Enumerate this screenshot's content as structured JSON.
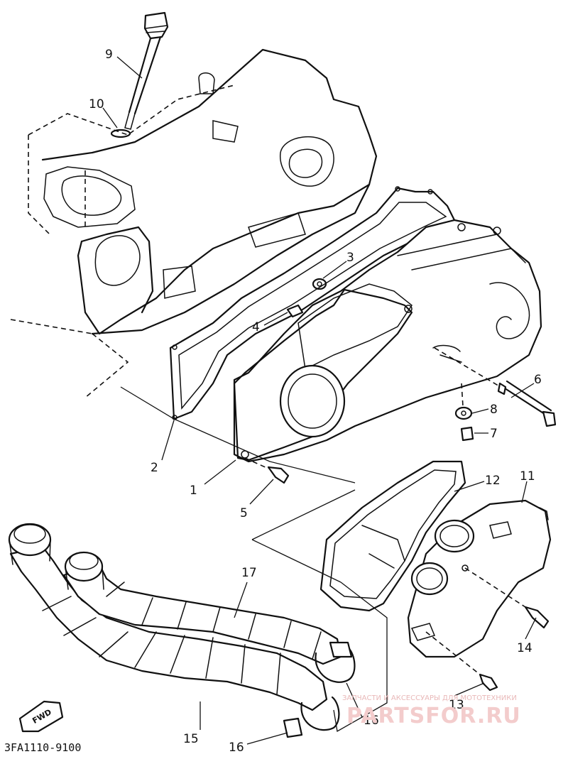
{
  "parts": [
    {
      "id": "1",
      "label": "1"
    },
    {
      "id": "2",
      "label": "2"
    },
    {
      "id": "3",
      "label": "3"
    },
    {
      "id": "4",
      "label": "4"
    },
    {
      "id": "5",
      "label": "5"
    },
    {
      "id": "6",
      "label": "6"
    },
    {
      "id": "7",
      "label": "7"
    },
    {
      "id": "8",
      "label": "8"
    },
    {
      "id": "9",
      "label": "9"
    },
    {
      "id": "10",
      "label": "10"
    },
    {
      "id": "11",
      "label": "11"
    },
    {
      "id": "12",
      "label": "12"
    },
    {
      "id": "13",
      "label": "13"
    },
    {
      "id": "14",
      "label": "14"
    },
    {
      "id": "15",
      "label": "15"
    },
    {
      "id": "16",
      "label": "16"
    },
    {
      "id": "16b",
      "label": "16"
    },
    {
      "id": "17",
      "label": "17"
    }
  ],
  "fwd_label": "FWD",
  "diagram_code": "3FA1110-9100",
  "watermark": {
    "tagline": "ЗАПЧАСТИ И АКСЕССУАРЫ ДЛЯ МОТОТЕХНИКИ",
    "brand": "PARTSFOR.RU"
  }
}
